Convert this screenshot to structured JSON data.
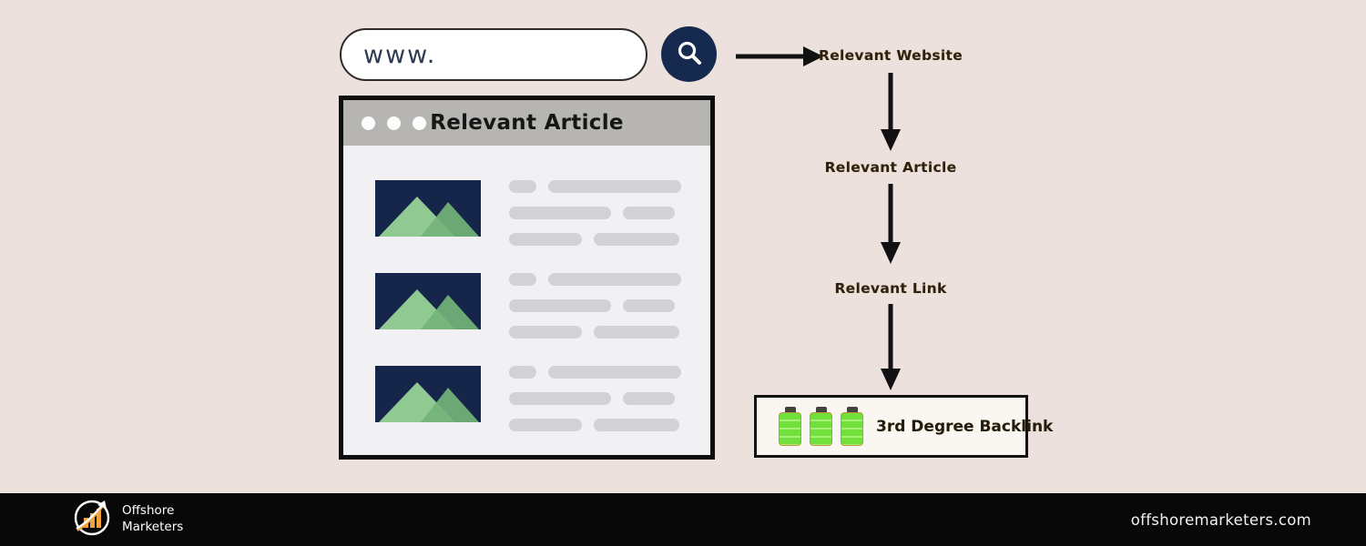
{
  "colors": {
    "background": "#ede1dd",
    "navy": "#152a4e",
    "thumb_navy": "#16254a",
    "mountain_light_green": "#90ca92",
    "mountain_dark_green": "#74b37a",
    "battery_green": "#72e03c",
    "pill_gray": "#d2d2d6",
    "titlebar_gray": "#b6b5b2",
    "footer_black": "#080808",
    "logo_orange": "#f2a33c"
  },
  "search": {
    "value": "www.",
    "icon": "magnifier-icon"
  },
  "browser": {
    "title": "Relevant Article",
    "window_dots": 3,
    "article_rows": 3
  },
  "flow": {
    "steps": [
      "Relevant Website",
      "Relevant Article",
      "Relevant Link"
    ],
    "result_label": "3rd Degree Backlink",
    "battery_count": 3
  },
  "footer": {
    "brand_line1": "Offshore",
    "brand_line2": "Marketers",
    "site_url": "offshoremarketers.com"
  }
}
